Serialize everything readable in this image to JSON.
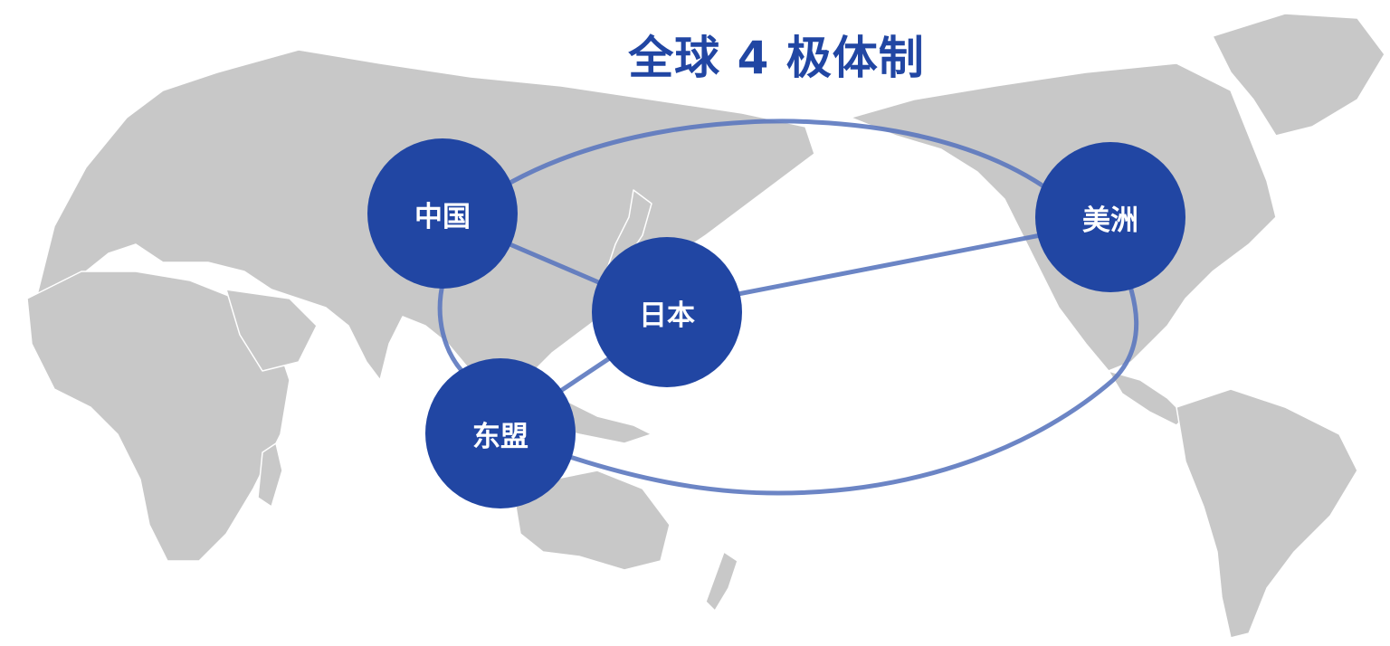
{
  "title": "全球 4 极体制",
  "colors": {
    "map_land": "#c8c8c8",
    "node_fill": "#2146a3",
    "link_line": "#5c78bf",
    "title": "#2146a3",
    "node_text": "#ffffff"
  },
  "nodes": {
    "china": "中国",
    "japan": "日本",
    "asean": "东盟",
    "americas": "美洲"
  },
  "links": [
    [
      "china",
      "japan"
    ],
    [
      "japan",
      "americas"
    ],
    [
      "japan",
      "asean"
    ],
    [
      "china",
      "asean"
    ],
    [
      "china",
      "americas"
    ],
    [
      "asean",
      "americas"
    ]
  ]
}
